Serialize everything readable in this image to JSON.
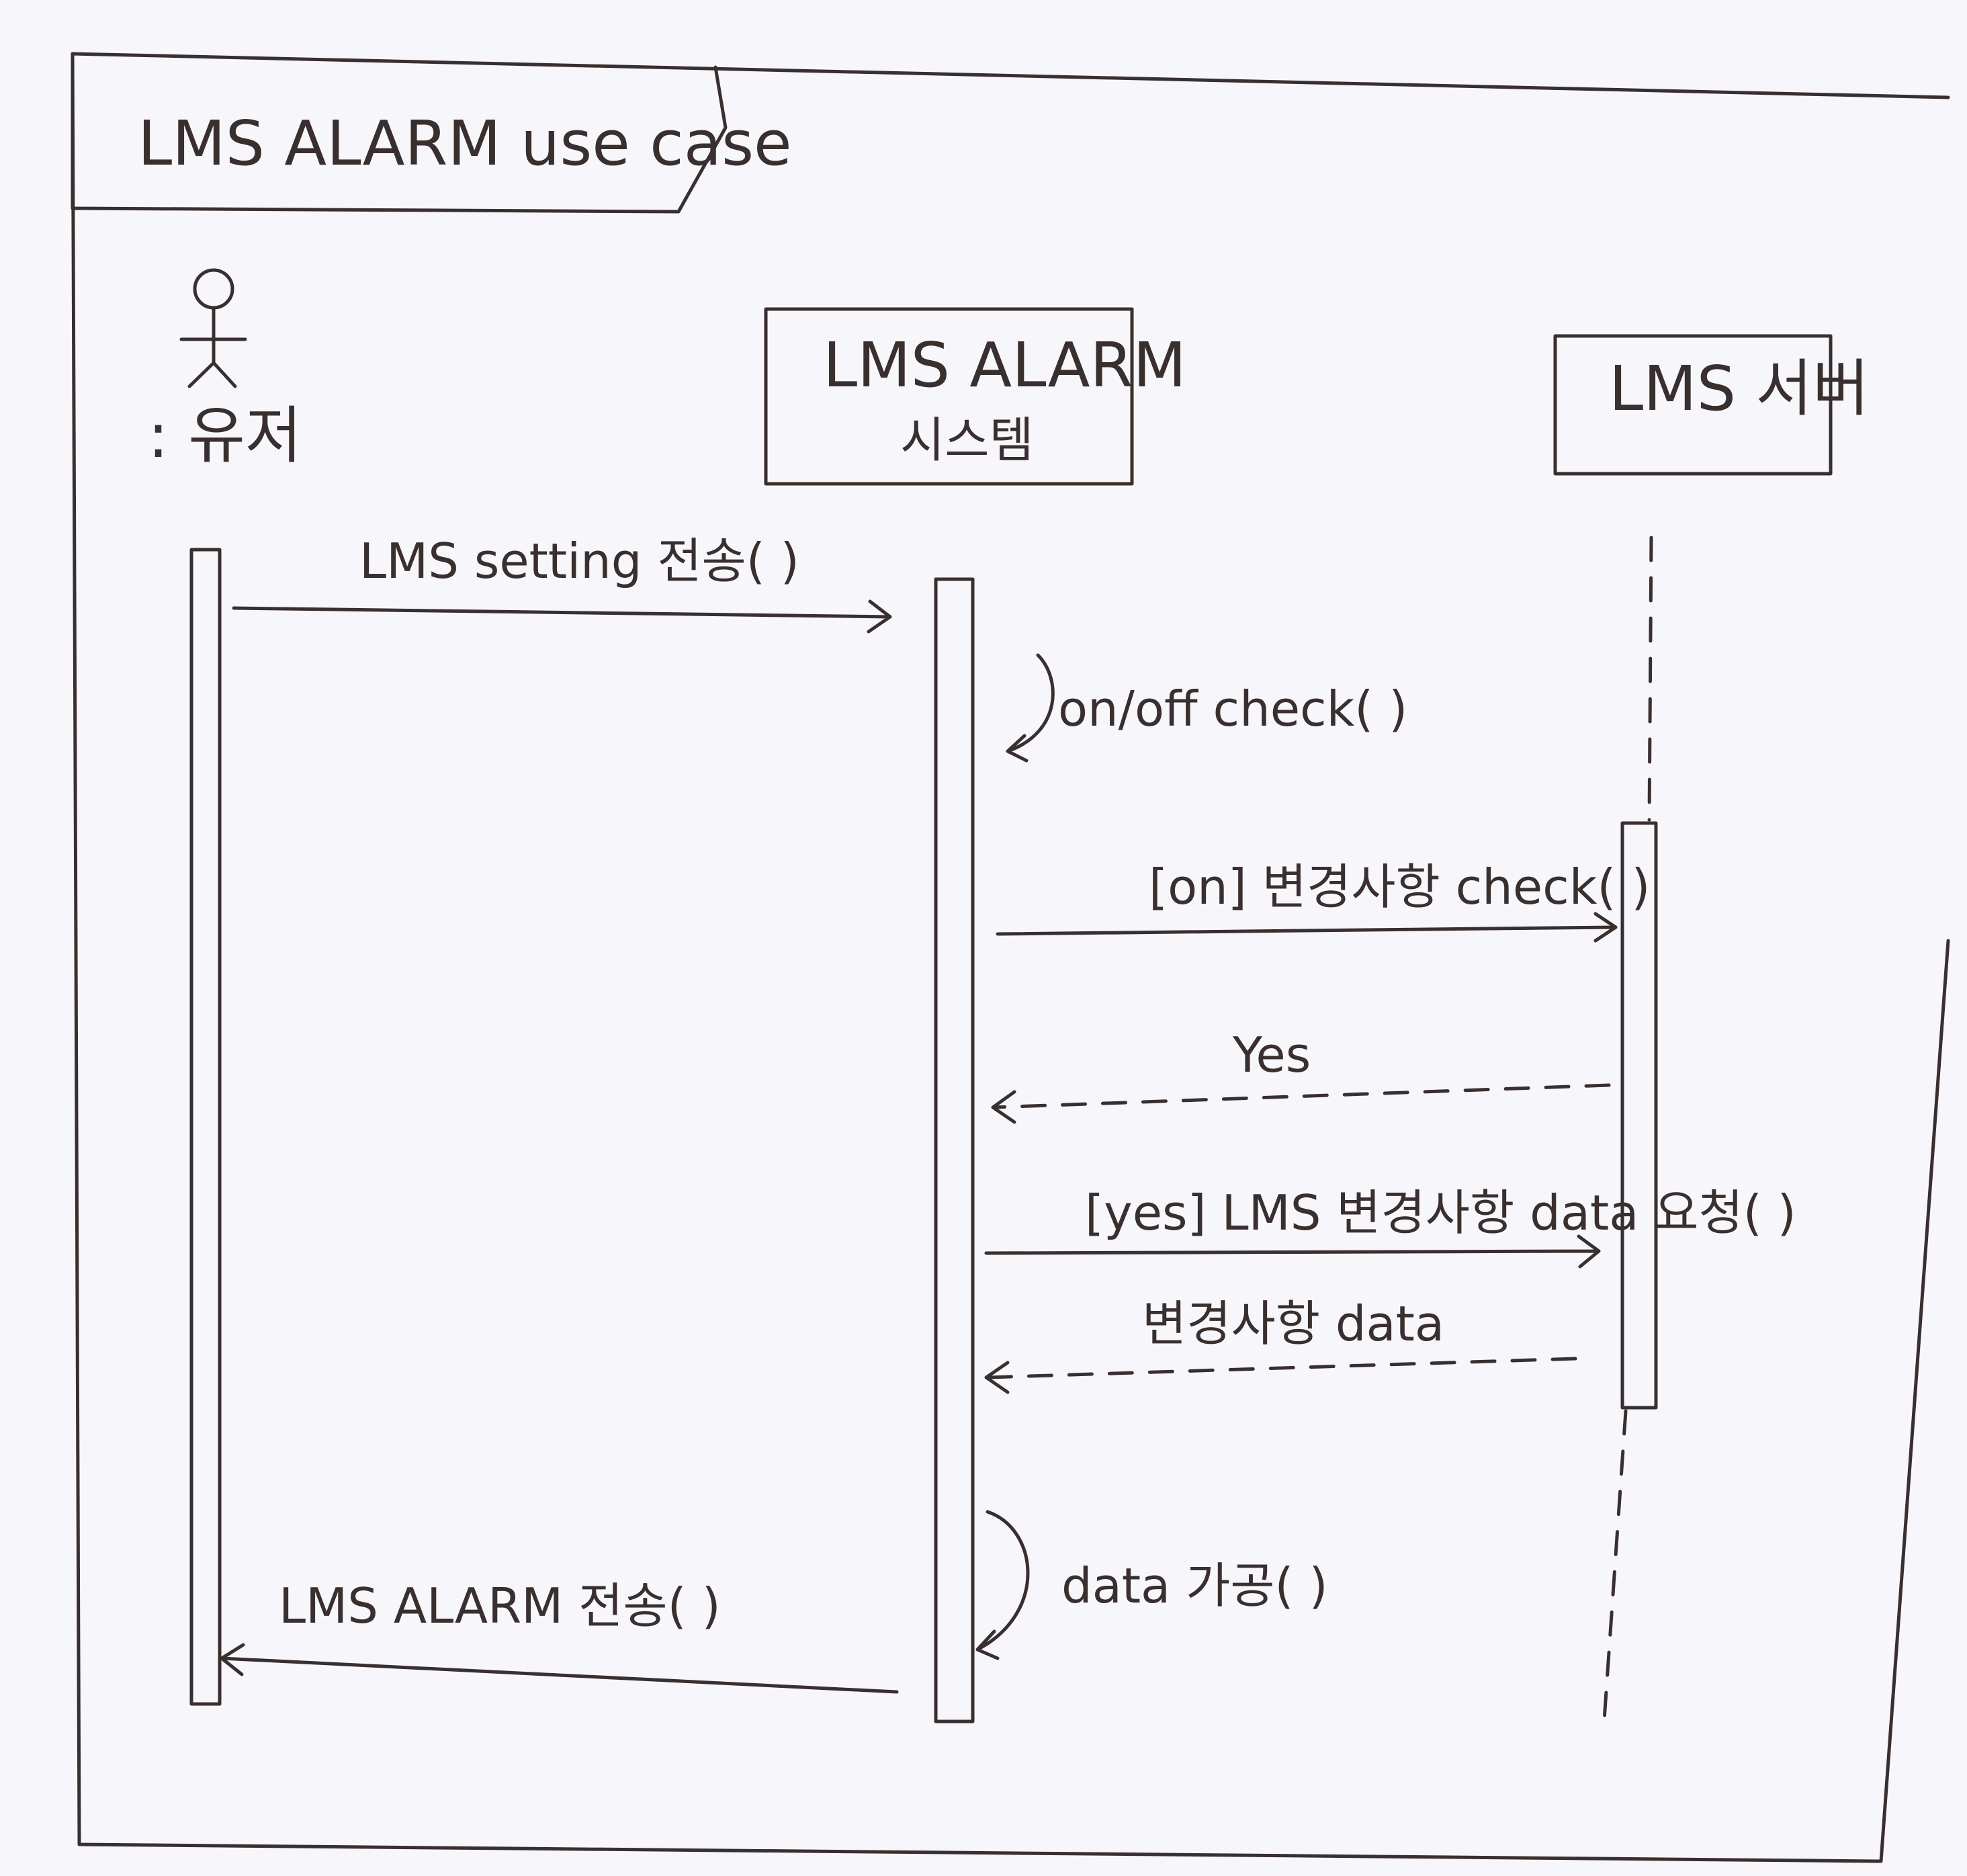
{
  "frame": {
    "title": "LMS ALARM use case"
  },
  "actors": {
    "user": {
      "label": ": 유저"
    },
    "system": {
      "label_line1": "LMS ALARM",
      "label_line2": "시스템"
    },
    "server": {
      "label": "LMS 서버"
    }
  },
  "messages": [
    {
      "label": "LMS setting 전송( )"
    },
    {
      "label": "on/off check( )"
    },
    {
      "label": "[on] 변경사항 check( )"
    },
    {
      "label": "Yes"
    },
    {
      "label": "[yes] LMS 변경사항 data 요청( )"
    },
    {
      "label": "변경사항 data"
    },
    {
      "label": "data 가공( )"
    },
    {
      "label": "LMS ALARM 전송( )"
    }
  ],
  "colors": {
    "ink": "#3a2f2f",
    "paper": "#f7f7fb"
  }
}
